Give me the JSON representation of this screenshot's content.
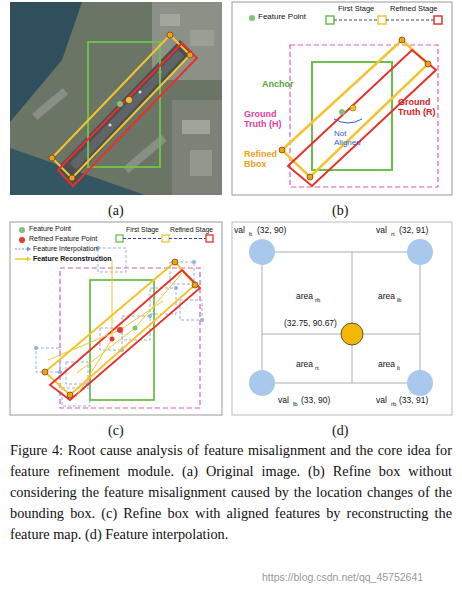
{
  "diagram": {
    "caption": "Figure 4: Root cause analysis of feature misalignment and the core idea for feature refinement module. (a) Original image. (b) Refine box without considering the feature misalignment caused by the location changes of the bounding box. (c) Refine box with aligned features by reconstructing the feature map. (d) Feature interpolation.",
    "labels": [
      "(a)",
      "(b)",
      "(c)",
      "(d)",
      "Anchor",
      "Ground Truth (H)",
      "Ground Truth (R)",
      "Refined Bbox",
      "Not Aligned",
      "val",
      "lt",
      "(32, 90)",
      "val",
      "rt",
      "(32, 91)",
      "area",
      "rb",
      "area",
      "lb",
      "(32.75, 90.67)",
      "area",
      "rt",
      "area",
      "lt",
      "val",
      "lb",
      "(33, 90)",
      "val",
      "rb",
      "(33, 91)",
      "https://blog.csdn.net/qq_45752641"
    ],
    "legend": [
      {
        "text": "Feature Point",
        "color": "#7cc576"
      },
      {
        "text": "First Stage"
      },
      {
        "text": "Refined Stage"
      },
      {
        "text": "Feature Point",
        "color": "#7cc576"
      },
      {
        "text": "Refined Feature Point",
        "color": "#e53a2f"
      },
      {
        "text": "Feature Interpolation"
      },
      {
        "text": "Feature Reconstruction"
      },
      {
        "text": "First Stage"
      },
      {
        "text": "Refined Stage"
      }
    ]
  }
}
